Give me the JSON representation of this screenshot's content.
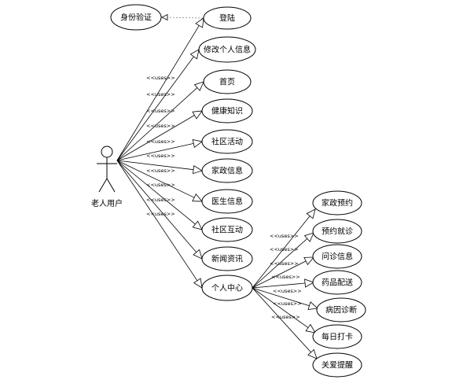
{
  "actor": {
    "label": "老人用户"
  },
  "auth": {
    "label": "身份验证"
  },
  "main_use_cases": [
    {
      "label": "登陆"
    },
    {
      "label": "修改个人信息"
    },
    {
      "label": "首页"
    },
    {
      "label": "健康知识"
    },
    {
      "label": "社区活动"
    },
    {
      "label": "家政信息"
    },
    {
      "label": "医生信息"
    },
    {
      "label": "社区互动"
    },
    {
      "label": "新闻资讯"
    },
    {
      "label": "个人中心"
    }
  ],
  "personal_center_use_cases": [
    {
      "label": "家政预约"
    },
    {
      "label": "预约就诊"
    },
    {
      "label": "问诊信息"
    },
    {
      "label": "药品配送"
    },
    {
      "label": "病因诊断"
    },
    {
      "label": "每日打卡"
    },
    {
      "label": "关爱提醒"
    }
  ],
  "relation_label": "<<uses>>"
}
